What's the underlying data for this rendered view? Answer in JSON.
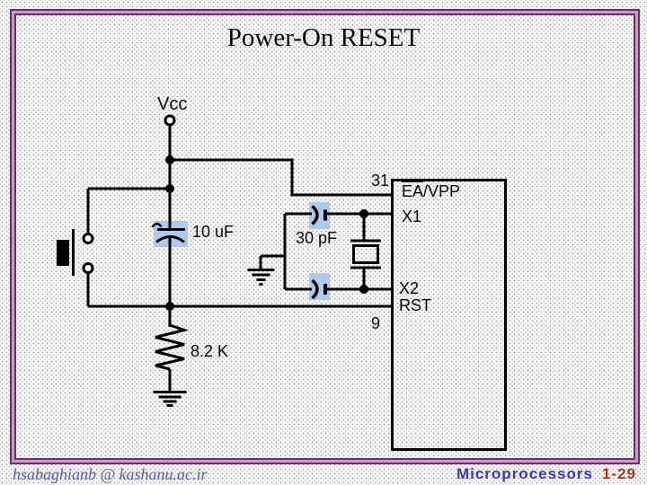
{
  "slide": {
    "title": "Power-On RESET",
    "footer": {
      "email": "hsabaghianb @ kashanu.ac.ir",
      "course": "Microprocessors",
      "page": "1-29"
    }
  },
  "circuit": {
    "vcc_label": "Vcc",
    "bulk_cap_label": "10 uF",
    "osc_cap_label": "30 pF",
    "resistor_label": "8.2 K",
    "pin_ea_number": "31",
    "pin_rst_number": "9",
    "ic_pins": {
      "ea_bar": "EA",
      "ea_rest": "/VPP",
      "x1": "X1",
      "x2": "X2",
      "rst": "RST"
    }
  },
  "colors": {
    "highlight_blue": "#b0c8ea",
    "frame_dark_purple": "#663366",
    "frame_light_pink": "#cc99cc",
    "footer_email_color": "#5c5caa",
    "footer_course_color": "#3a3aae",
    "footer_page_color": "#9c3a22",
    "wire_color": "#000000"
  }
}
